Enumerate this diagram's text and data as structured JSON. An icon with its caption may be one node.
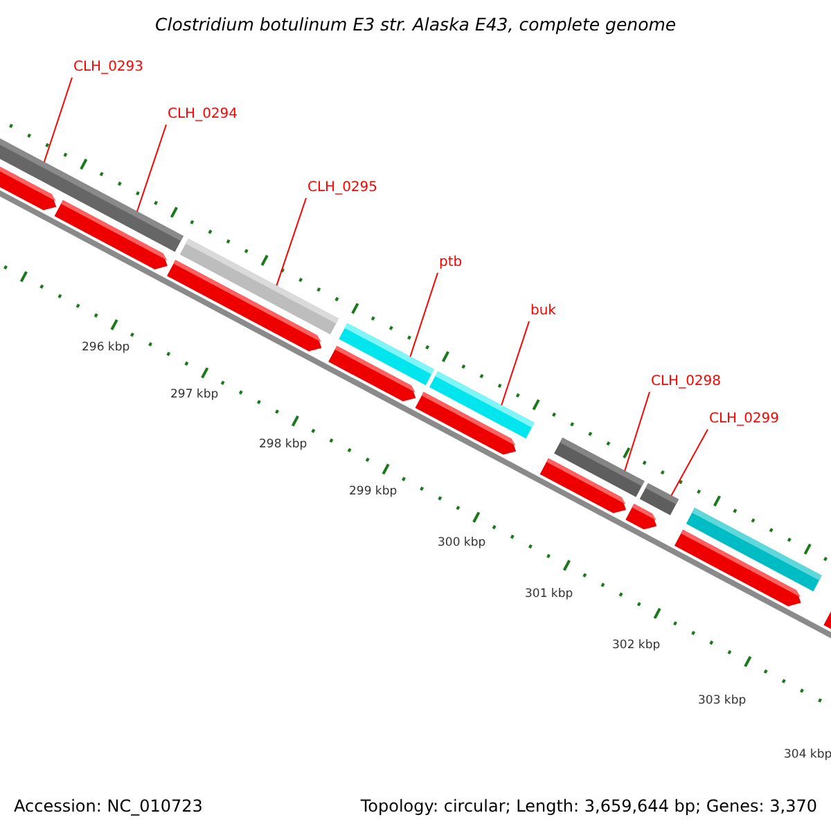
{
  "diagram": {
    "title": "Clostridium botulinum E3 str. Alaska E43, complete genome",
    "nodes": [
      {
        "text": [
          "CLH_0293"
        ]
      },
      {
        "text": [
          "CLH_0294"
        ]
      },
      {
        "text": [
          "CLH_0295"
        ]
      },
      {
        "text": [
          "ptb"
        ]
      },
      {
        "text": [
          "buk"
        ]
      },
      {
        "text": [
          "CLH_0298"
        ]
      },
      {
        "text": [
          "CLH_0299"
        ]
      },
      {
        "text": [],
        "shape": "bar"
      },
      {
        "text": [],
        "shape": "bar"
      },
      {
        "text": [],
        "shape": "bar"
      },
      {
        "text": [],
        "shape": "bar"
      },
      {
        "text": [],
        "shape": "bar"
      },
      {
        "text": [],
        "shape": "bar"
      },
      {
        "text": [],
        "shape": "bar"
      }
    ],
    "edges": [
      {
        "from": 0,
        "to": 7,
        "arrow": "none"
      },
      {
        "from": 1,
        "to": 7,
        "arrow": "none"
      },
      {
        "from": 2,
        "to": 8,
        "arrow": "none"
      },
      {
        "from": 3,
        "to": 9,
        "arrow": "none"
      },
      {
        "from": 4,
        "to": 10,
        "arrow": "none"
      },
      {
        "from": 5,
        "to": 11,
        "arrow": "none"
      },
      {
        "from": 6,
        "to": 12,
        "arrow": "none"
      }
    ],
    "labels": [
      "296 kbp",
      "297 kbp",
      "298 kbp",
      "299 kbp",
      "300 kbp",
      "301 kbp",
      "302 kbp",
      "303 kbp",
      "304 kbp",
      "Accession: NC_010723",
      "Topology: circular; Length: 3,659,644 bp; Genes: 3,370"
    ]
  }
}
